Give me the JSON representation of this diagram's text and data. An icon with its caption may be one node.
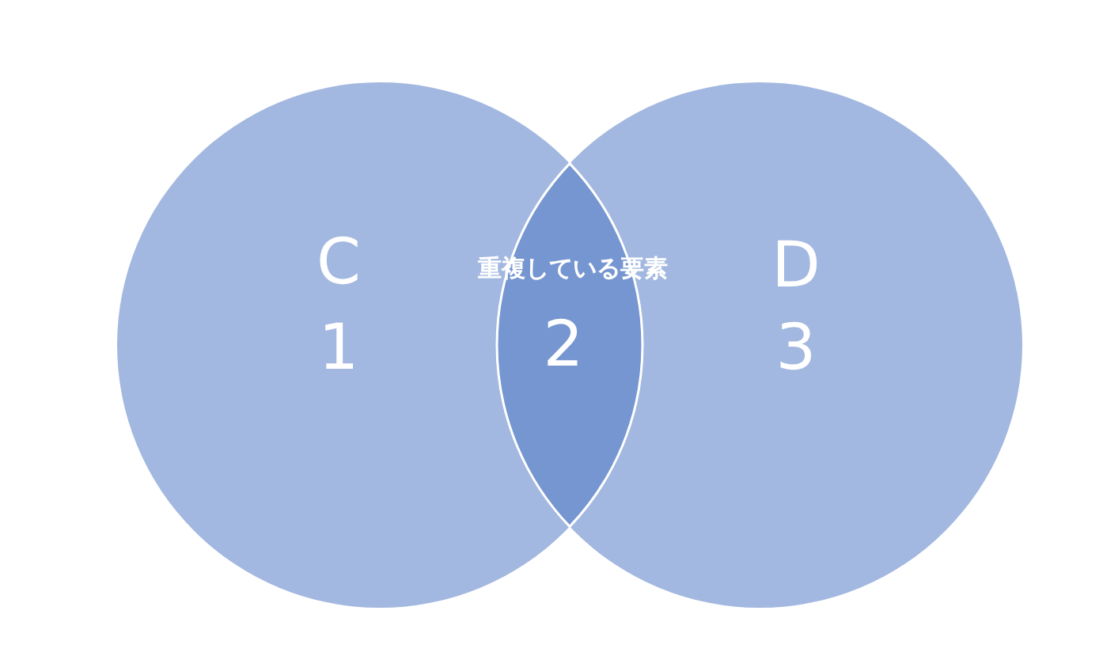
{
  "diagram": {
    "nodes": [
      {
        "text": [
          "C",
          "1"
        ]
      },
      {
        "text": [
          "D",
          "3"
        ]
      },
      {
        "text": [
          "重複している要素",
          "2"
        ]
      }
    ],
    "edges": []
  }
}
